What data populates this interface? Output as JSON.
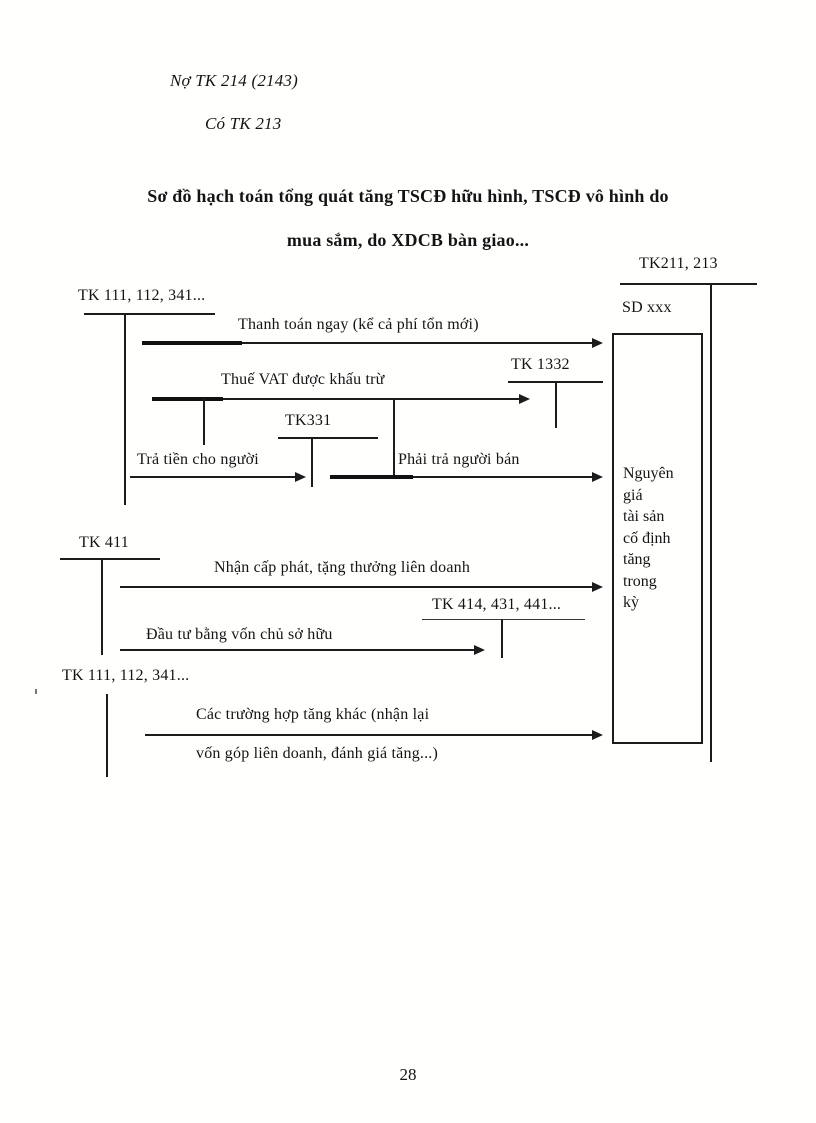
{
  "header": {
    "line1": "Nợ TK 214 (2143)",
    "line2": "Có TK 213"
  },
  "title": {
    "line1": "Sơ đồ hạch toán tổng quát tăng TSCĐ hữu hình, TSCĐ vô hình do",
    "line2": "mua sắm, do XDCB bàn giao..."
  },
  "diagram": {
    "accounts": {
      "tk211_213": "TK211, 213",
      "sd_balance": "SD xxx",
      "tk111_top": "TK 111, 112, 341...",
      "tk1332": "TK 1332",
      "tk331": "TK331",
      "tk411": "TK 411",
      "tk414": "TK 414, 431, 441...",
      "tk111_bottom": "TK 111, 112, 341..."
    },
    "flows": {
      "thanh_toan_ngay": "Thanh toán ngay (kể cả phí tổn mới)",
      "thue_vat": "Thuế VAT được khấu trừ",
      "tra_tien": "Trả tiền cho người",
      "phai_tra": "Phải trả người bán",
      "nhan_cap_phat": "Nhận cấp phát, tặng thưởng liên doanh",
      "dau_tu": "Đầu tư bằng vốn chủ sở hữu",
      "tang_khac_line1": "Các trường hợp tăng khác (nhận lại",
      "tang_khac_line2": "vốn góp liên doanh, đánh giá tăng...)"
    },
    "box_text": "Nguyên\ngiá\ntài sản\ncố định\ntăng\ntrong\nkỳ",
    "line_color": "#1c1c1c"
  },
  "footer": {
    "page_number": "28"
  }
}
